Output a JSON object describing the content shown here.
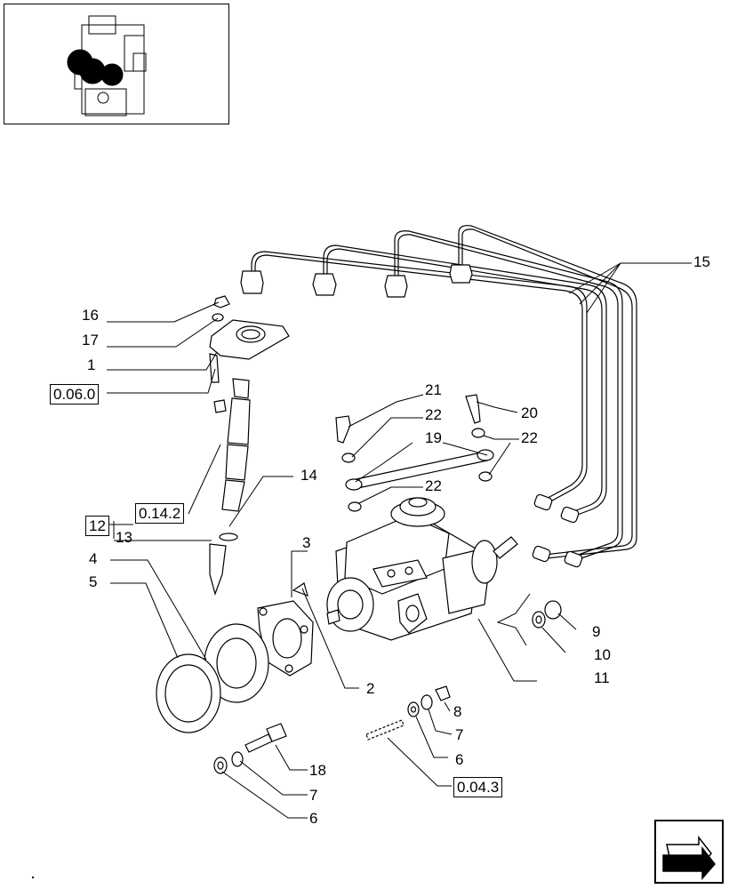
{
  "thumbnail": {
    "icon": "engine-thumbnail-icon"
  },
  "navigation": {
    "icon": "next-page-arrow-icon"
  },
  "callouts": {
    "c1": "1",
    "c2": "2",
    "c3": "3",
    "c4": "4",
    "c5": "5",
    "c6a": "6",
    "c6b": "6",
    "c7a": "7",
    "c7b": "7",
    "c8": "8",
    "c9": "9",
    "c10": "10",
    "c11": "11",
    "c12": "12",
    "c13": "13",
    "c14": "14",
    "c15": "15",
    "c16": "16",
    "c17": "17",
    "c18": "18",
    "c19": "19",
    "c20": "20",
    "c21": "21",
    "c22a": "22",
    "c22b": "22",
    "c22c": "22"
  },
  "references": {
    "r0060": "0.06.0",
    "r0142": "0.14.2",
    "r0043": "0.04.3"
  }
}
